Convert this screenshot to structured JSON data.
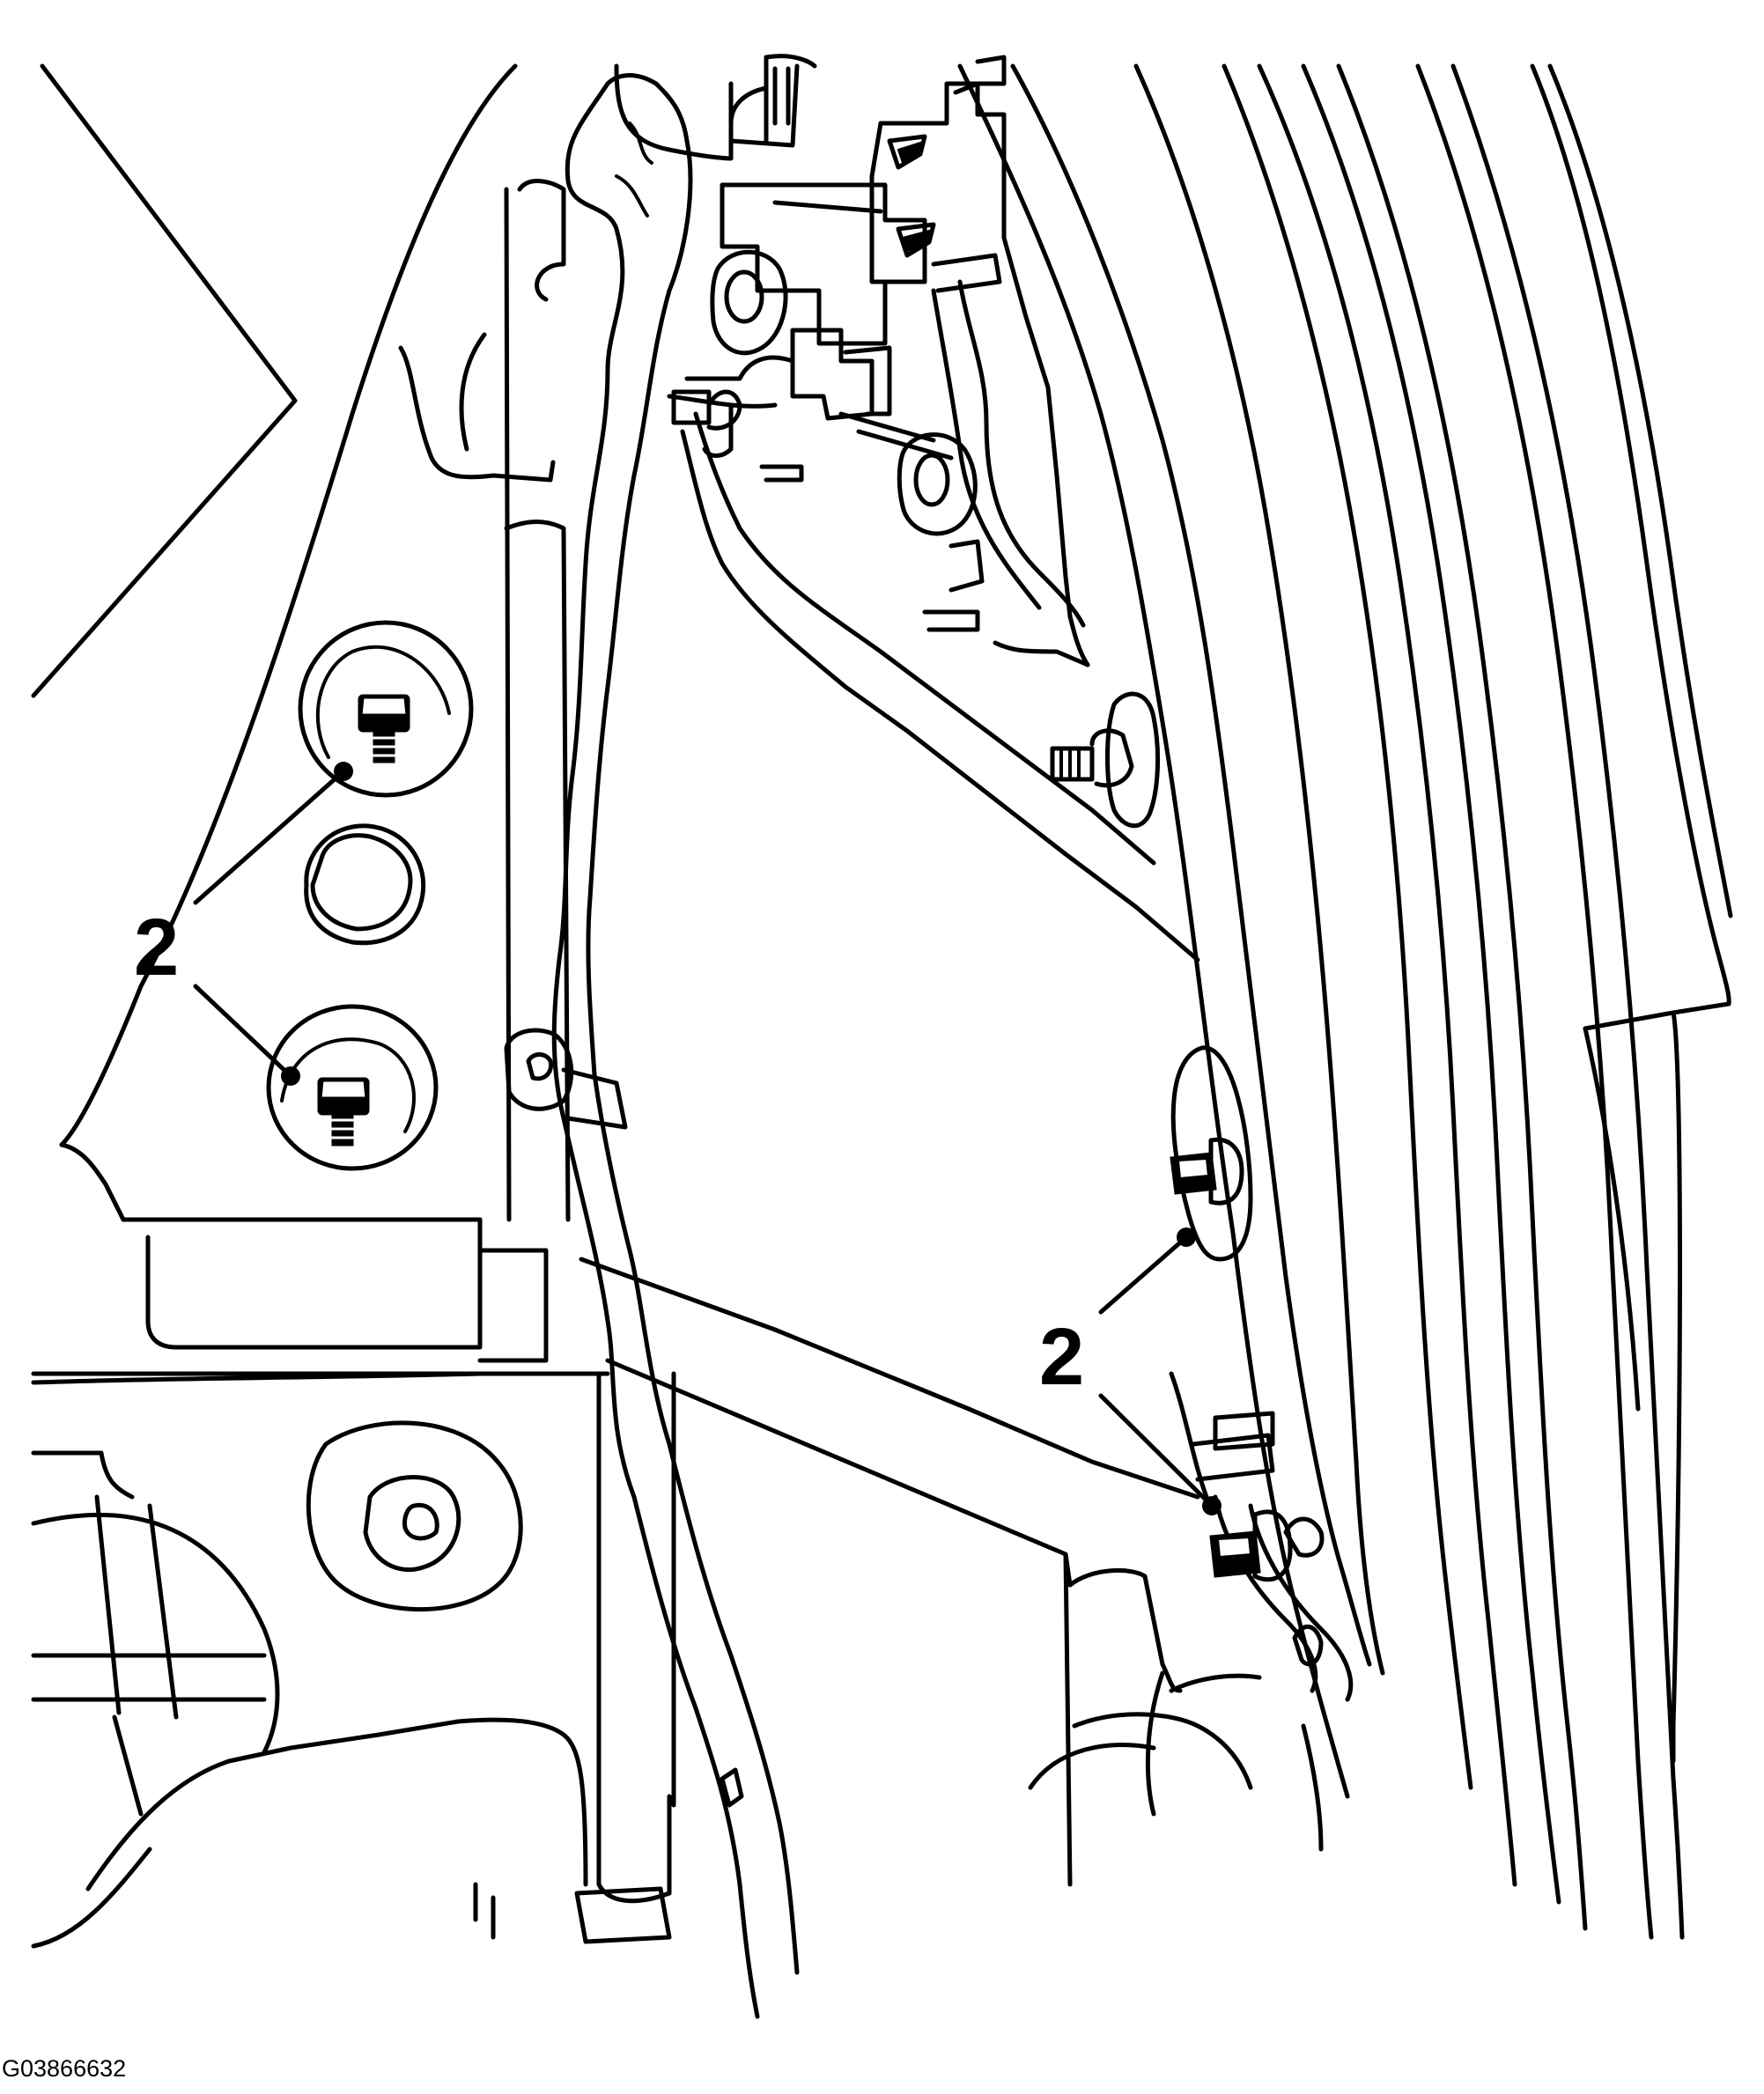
{
  "figure": {
    "id": "G03866632"
  },
  "callouts": [
    {
      "label": "2"
    },
    {
      "label": "2"
    }
  ],
  "colors": {
    "line": "#000000",
    "background": "#ffffff"
  }
}
